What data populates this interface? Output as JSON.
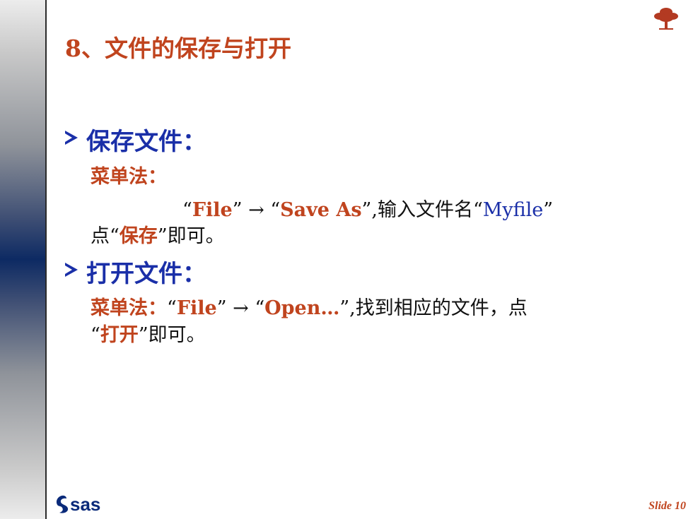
{
  "slide": {
    "title": "8、文件的保存与打开",
    "slide_number": "Slide 10",
    "brand": "sas"
  },
  "sections": [
    {
      "heading": "保存文件：",
      "method_label": "菜单法：",
      "quote_open": "“",
      "file_label": "File",
      "quote_close": "”",
      "arrow": "→",
      "action_label": "Save As",
      "instruction": ",输入文件名",
      "filename": "Myfile",
      "line2_prefix": "点",
      "button_label": "保存",
      "line2_suffix": "即可。"
    },
    {
      "heading": "打开文件：",
      "method_label": "菜单法：",
      "quote_open": "“",
      "file_label": "File",
      "quote_close": "”",
      "arrow": "→",
      "action_label": "Open…",
      "instruction": ",找到相应的文件，点",
      "button_label": "打开",
      "line2_suffix": "即可。"
    }
  ],
  "colors": {
    "title_red": "#c0441e",
    "bullet_blue": "#1a2fa8",
    "sidebar_navy": "#0d2a63"
  }
}
